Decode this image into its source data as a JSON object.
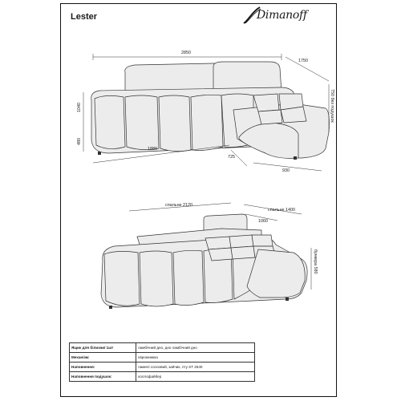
{
  "document": {
    "title": "Lester",
    "brand": "Dimanoff"
  },
  "top_view": {
    "dimensions": {
      "total_length": "2850",
      "depth_chaise": "1750",
      "height_back": "1040",
      "height_seat": "480",
      "seat_length": "1880",
      "chaise_depth_label": "750 без подушок",
      "seat_depth": "725",
      "chaise_width": "930"
    }
  },
  "bed_view": {
    "dimensions": {
      "sleeping_length": "спальне 2120",
      "sleeping_width": "спальне 1400",
      "box_length": "1060",
      "box_height": "бункера 580"
    }
  },
  "specs": [
    {
      "label": "Ящик для білизни/ 1шт",
      "value": "ламбічний дно, дно ламбічний дно"
    },
    {
      "label": "Механізм:",
      "value": "єврокнижка"
    },
    {
      "label": "Наповнення:",
      "value": "ламелі сосновий, зайчик, пту ST 2540"
    },
    {
      "label": "Наповнення подушок:",
      "value": "холлофайбер"
    }
  ]
}
